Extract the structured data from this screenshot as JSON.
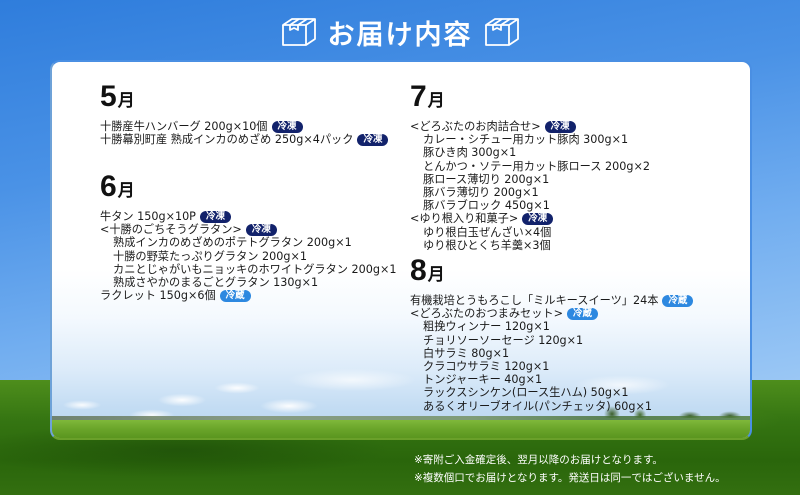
{
  "header": {
    "title": "お届け内容",
    "left_icon": "box-icon",
    "right_icon": "box-icon"
  },
  "colors": {
    "frozen_badge": "#12226b",
    "chilled_badge": "#2d88e0",
    "card_border": "#4a8fe3",
    "sky": "#4a92e6",
    "grass": "#357512"
  },
  "badges": {
    "frozen": "冷凍",
    "chilled": "冷蔵"
  },
  "months": [
    {
      "num": "5",
      "suffix": "月",
      "lines": [
        {
          "text": "十勝産牛ハンバーグ 200g×10個",
          "badge": "frozen",
          "indent": false
        },
        {
          "text": "十勝幕別町産 熟成インカのめざめ 250g×4パック",
          "badge": "frozen",
          "indent": false
        }
      ]
    },
    {
      "num": "6",
      "suffix": "月",
      "lines": [
        {
          "text": "牛タン 150g×10P",
          "badge": "frozen",
          "indent": false
        },
        {
          "text": "<十勝のごちそうグラタン>",
          "badge": "frozen",
          "indent": false
        },
        {
          "text": "熟成インカのめざめのポテトグラタン 200g×1",
          "badge": null,
          "indent": true
        },
        {
          "text": "十勝の野菜たっぷりグラタン 200g×1",
          "badge": null,
          "indent": true
        },
        {
          "text": "カニとじゃがいもニョッキのホワイトグラタン 200g×1",
          "badge": null,
          "indent": true
        },
        {
          "text": "熟成さやかのまるごとグラタン 130g×1",
          "badge": null,
          "indent": true
        },
        {
          "text": "ラクレット 150g×6個",
          "badge": "chilled",
          "indent": false
        }
      ]
    },
    {
      "num": "7",
      "suffix": "月",
      "lines": [
        {
          "text": "<どろぶたのお肉詰合せ>",
          "badge": "frozen",
          "indent": false
        },
        {
          "text": "カレー・シチュー用カット豚肉 300g×1",
          "badge": null,
          "indent": true
        },
        {
          "text": "豚ひき肉 300g×1",
          "badge": null,
          "indent": true
        },
        {
          "text": "とんかつ・ソテー用カット豚ロース 200g×2",
          "badge": null,
          "indent": true
        },
        {
          "text": "豚ロース薄切り 200g×1",
          "badge": null,
          "indent": true
        },
        {
          "text": "豚バラ薄切り 200g×1",
          "badge": null,
          "indent": true
        },
        {
          "text": "豚バラブロック 450g×1",
          "badge": null,
          "indent": true
        },
        {
          "text": "<ゆり根入り和菓子>",
          "badge": "frozen",
          "indent": false
        },
        {
          "text": "ゆり根白玉ぜんざい×4個",
          "badge": null,
          "indent": true
        },
        {
          "text": "ゆり根ひとくち羊羹×3個",
          "badge": null,
          "indent": true
        }
      ]
    },
    {
      "num": "8",
      "suffix": "月",
      "lines": [
        {
          "text": "有機栽培とうもろこし「ミルキースイーツ」24本",
          "badge": "chilled",
          "indent": false
        },
        {
          "text": "<どろぶたのおつまみセット>",
          "badge": "chilled",
          "indent": false
        },
        {
          "text": "粗挽ウィンナー 120g×1",
          "badge": null,
          "indent": true
        },
        {
          "text": "チョリソーソーセージ 120g×1",
          "badge": null,
          "indent": true
        },
        {
          "text": "白サラミ 80g×1",
          "badge": null,
          "indent": true
        },
        {
          "text": "クラコウサラミ 120g×1",
          "badge": null,
          "indent": true
        },
        {
          "text": "トンジャーキー 40g×1",
          "badge": null,
          "indent": true
        },
        {
          "text": "ラックスシンケン(ロース生ハム) 50g×1",
          "badge": null,
          "indent": true
        },
        {
          "text": "あるくオリーブオイル(パンチェッタ) 60g×1",
          "badge": null,
          "indent": true
        }
      ]
    }
  ],
  "notes": [
    "※寄附ご入金確定後、翌月以降のお届けとなります。",
    "※複数個口でお届けとなります。発送日は同一ではございません。"
  ]
}
